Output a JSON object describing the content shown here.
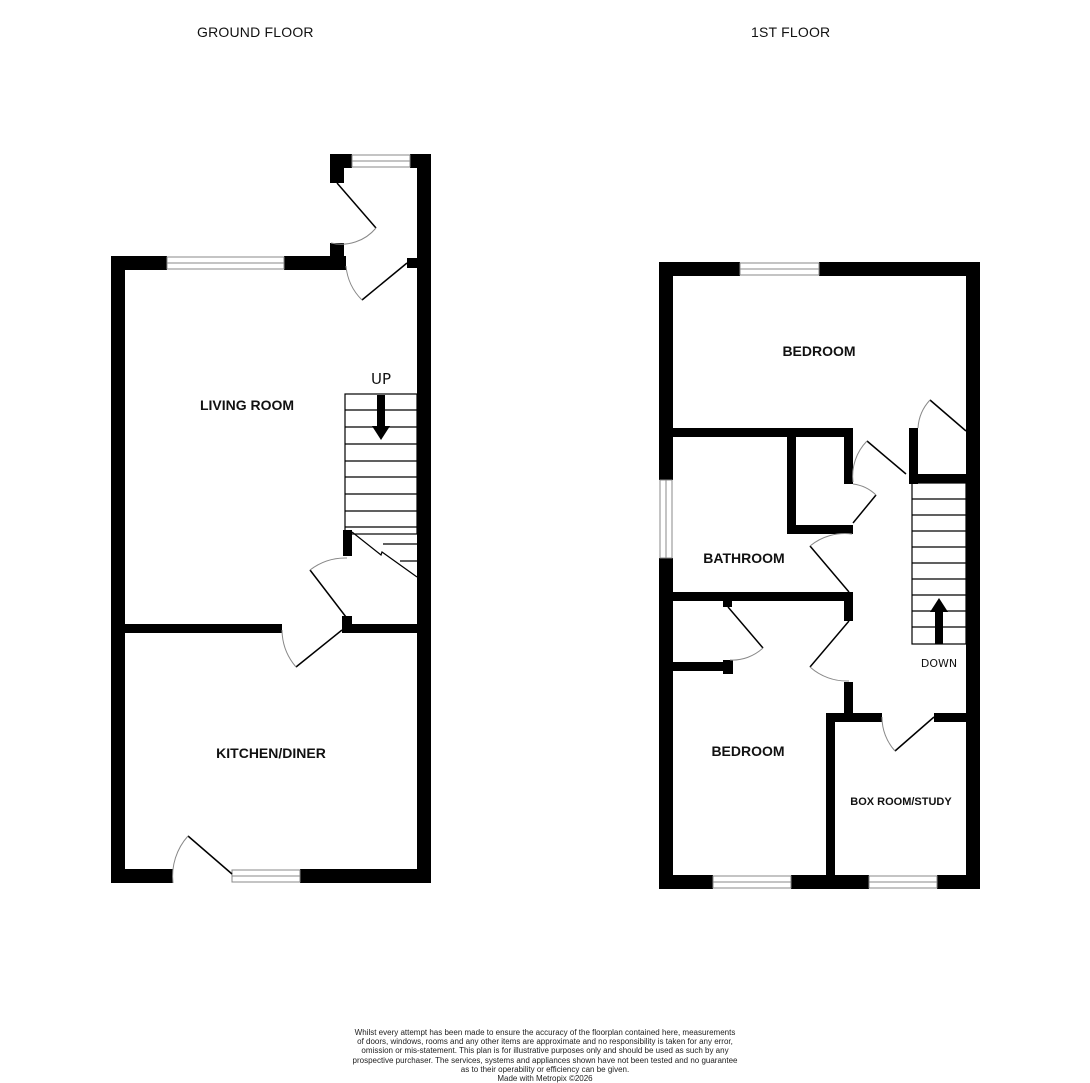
{
  "floors": [
    {
      "title": "GROUND FLOOR",
      "rooms": [
        {
          "label": "LIVING ROOM"
        },
        {
          "label": "KITCHEN/DINER"
        }
      ],
      "stairs": {
        "label": "UP",
        "direction": "up"
      }
    },
    {
      "title": "1ST FLOOR",
      "rooms": [
        {
          "label": "BEDROOM"
        },
        {
          "label": "BATHROOM"
        },
        {
          "label": "BEDROOM"
        },
        {
          "label": "BOX ROOM/STUDY"
        }
      ],
      "stairs": {
        "label": "DOWN",
        "direction": "down"
      }
    }
  ],
  "disclaimer": {
    "lines": [
      "Whilst every attempt has been made to ensure the accuracy of the floorplan contained here, measurements",
      "of doors, windows, rooms and any other items are approximate and no responsibility is taken for any error,",
      "omission or mis-statement. This plan is for illustrative purposes only and should be used as such by any",
      "prospective purchaser. The services, systems and appliances shown have not been tested and no guarantee",
      "as to their operability or efficiency can be given."
    ],
    "credit": "Made with Metropix ©2026"
  },
  "colors": {
    "wall": "#000000",
    "window_line": "#888888",
    "door_arc": "#888888",
    "background": "#ffffff"
  }
}
